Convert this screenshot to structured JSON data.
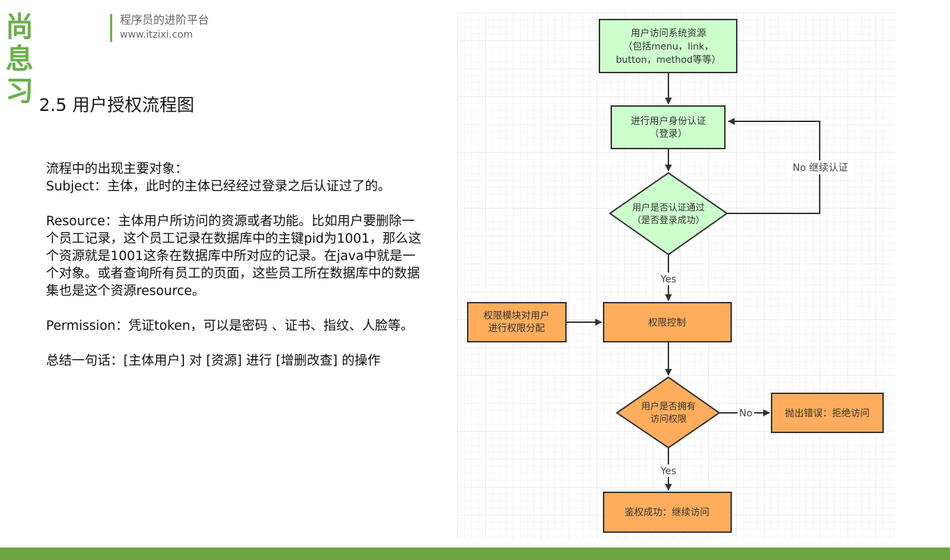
{
  "header": {
    "logo_text": "尚息习",
    "tagline": "程序员的进阶平台",
    "url": "www.itzixi.com"
  },
  "title": "2.5 用户授权流程图",
  "content": {
    "intro": "流程中的出现主要对象：",
    "subject": "Subject：主体，此时的主体已经经过登录之后认证过了的。",
    "resource": "Resource：主体用户所访问的资源或者功能。比如用户要删除一个员工记录，这个员工记录在数据库中的主键pid为1001，那么这个资源就是1001这条在数据库中所对应的记录。在java中就是一个对象。或者查询所有员工的页面，这些员工所在数据库中的数据集也是这个资源resource。",
    "permission": "Permission：凭证token，可以是密码 、证书、指纹、人脸等。",
    "summary": "总结一句话：[主体用户] 对 [资源] 进行 [增删改查] 的操作"
  },
  "flowchart": {
    "colors": {
      "green_fill": "#ccffcc",
      "orange_fill": "#ffad5c",
      "stroke": "#333333",
      "label": "#444444"
    },
    "nodes": {
      "access": {
        "line1": "用户访问系统资源",
        "line2": "（包括menu，link，",
        "line3": "button，method等等）"
      },
      "auth": {
        "line1": "进行用户身份认证",
        "line2": "（登录）"
      },
      "auth_check": {
        "line1": "用户是否认证通过",
        "line2": "（是否登录成功）"
      },
      "perm_module": {
        "line1": "权限模块对用户",
        "line2": "进行权限分配"
      },
      "perm_control": {
        "line1": "权限控制"
      },
      "perm_check": {
        "line1": "用户是否拥有",
        "line2": "访问权限"
      },
      "error": {
        "line1": "抛出错误：拒绝访问"
      },
      "success": {
        "line1": "鉴权成功：继续访问"
      }
    },
    "edges": {
      "no_continue_auth": "No 继续认证",
      "yes_1": "Yes",
      "no_2": "No",
      "yes_2": "Yes"
    }
  }
}
